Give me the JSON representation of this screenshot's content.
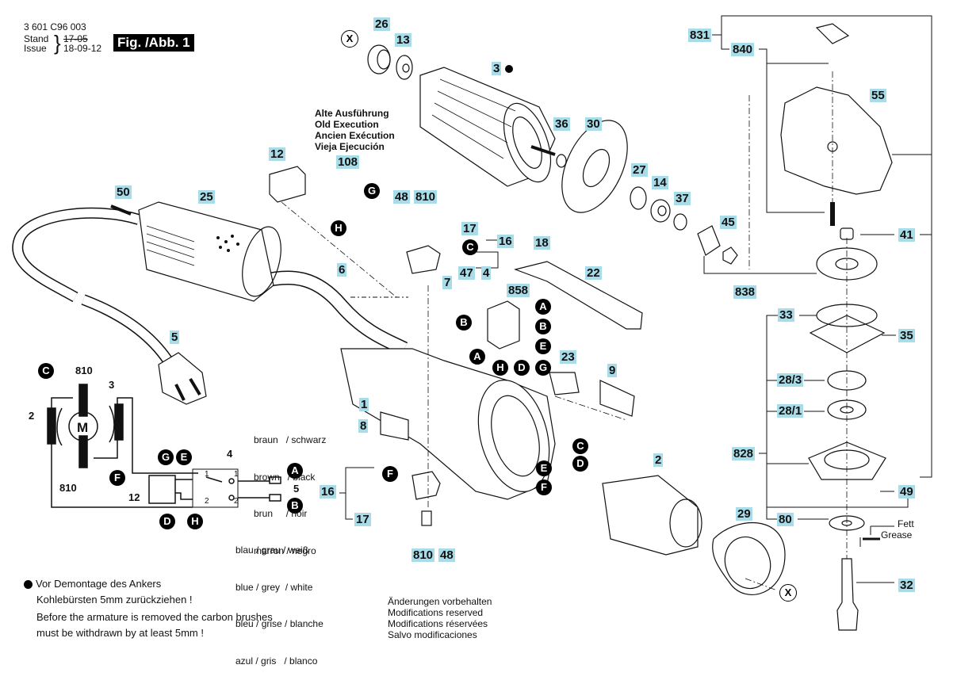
{
  "header": {
    "part_number": "3 601 C96 003",
    "stand_label": "Stand",
    "issue_label": "Issue",
    "stand_old": "17-05",
    "issue_date": "18-09-12",
    "figure": "Fig. /Abb. 1"
  },
  "colors": {
    "label_bg": "#a9dce9",
    "marker_bg": "#000000"
  },
  "old_execution": [
    "Alte Ausführung",
    "Old Execution",
    "Ancien Exécution",
    "Vieja Ejecución"
  ],
  "parts": {
    "p26": "26",
    "p13": "13",
    "p3": "3",
    "p36": "36",
    "p30": "30",
    "p27": "27",
    "p14": "14",
    "p37": "37",
    "p45": "45",
    "p838": "838",
    "p831": "831",
    "p840": "840",
    "p55": "55",
    "p41": "41",
    "p33": "33",
    "p35": "35",
    "p28_3": "28/3",
    "p28_1": "28/1",
    "p828": "828",
    "p49": "49",
    "p80": "80",
    "p32": "32",
    "p29": "29",
    "p2": "2",
    "p12": "12",
    "p108": "108",
    "p50": "50",
    "p25": "25",
    "p48a": "48",
    "p810a": "810",
    "p17a": "17",
    "p16a": "16",
    "p18": "18",
    "p22": "22",
    "p6": "6",
    "p7": "7",
    "p47": "47",
    "p4": "4",
    "p858": "858",
    "p23": "23",
    "p9": "9",
    "p1": "1",
    "p8": "8",
    "p5": "5",
    "p16b": "16",
    "p17b": "17",
    "p810b": "810",
    "p48b": "48"
  },
  "markers": {
    "X": "X",
    "A": "A",
    "B": "B",
    "C": "C",
    "D": "D",
    "E": "E",
    "F": "F",
    "G": "G",
    "H": "H"
  },
  "wiring": {
    "labels": {
      "w810top": "810",
      "w3": "3",
      "w2": "2",
      "wM": "M",
      "w810bot": "810",
      "w4": "4",
      "w12": "12",
      "w5": "5",
      "t1a": "1",
      "t1b": "1",
      "t2a": "2",
      "t2b": "2"
    },
    "upper_colors": [
      "braun   / schwarz",
      "brown   / black",
      "brun     / noir",
      "marron / negro"
    ],
    "lower_colors": [
      "blau / grau / weiß",
      "blue / grey  / white",
      "bleu / grise / blanche",
      "azul / gris   / blanco"
    ]
  },
  "grease": {
    "de": "Fett",
    "en": "Grease"
  },
  "footnote": {
    "de_line1": "Vor Demontage des Ankers",
    "de_line2": "Kohlebürsten 5mm zurückziehen !",
    "en_line1": "Before the armature is removed the carbon brushes",
    "en_line2": "must be withdrawn by at least 5mm !"
  },
  "modifications": [
    "Änderungen vorbehalten",
    "Modifications reserved",
    "Modifications réservées",
    "Salvo modificaciones"
  ]
}
